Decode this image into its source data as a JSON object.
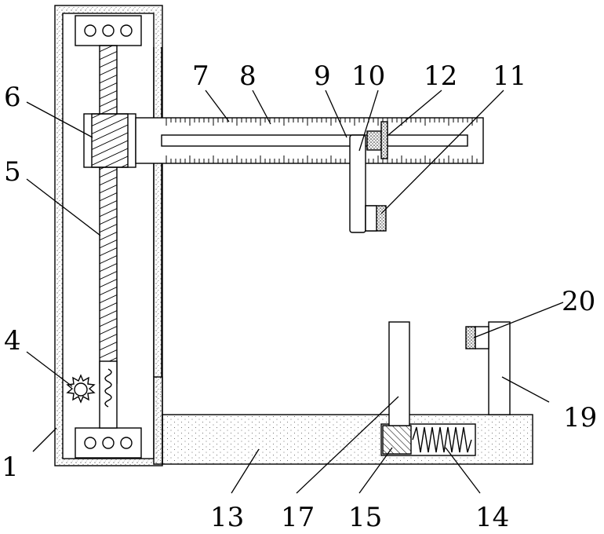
{
  "figure": {
    "labels": [
      {
        "id": "l1",
        "text": "1"
      },
      {
        "id": "l4",
        "text": "4"
      },
      {
        "id": "l5",
        "text": "5"
      },
      {
        "id": "l6",
        "text": "6"
      },
      {
        "id": "l7",
        "text": "7"
      },
      {
        "id": "l8",
        "text": "8"
      },
      {
        "id": "l9",
        "text": "9"
      },
      {
        "id": "l10",
        "text": "10"
      },
      {
        "id": "l12",
        "text": "12"
      },
      {
        "id": "l11",
        "text": "11"
      },
      {
        "id": "l20",
        "text": "20"
      },
      {
        "id": "l19",
        "text": "19"
      },
      {
        "id": "l13",
        "text": "13"
      },
      {
        "id": "l17",
        "text": "17"
      },
      {
        "id": "l15",
        "text": "15"
      },
      {
        "id": "l14",
        "text": "14"
      }
    ]
  },
  "colors": {
    "stroke": "#000000",
    "fill": "#ffffff"
  }
}
